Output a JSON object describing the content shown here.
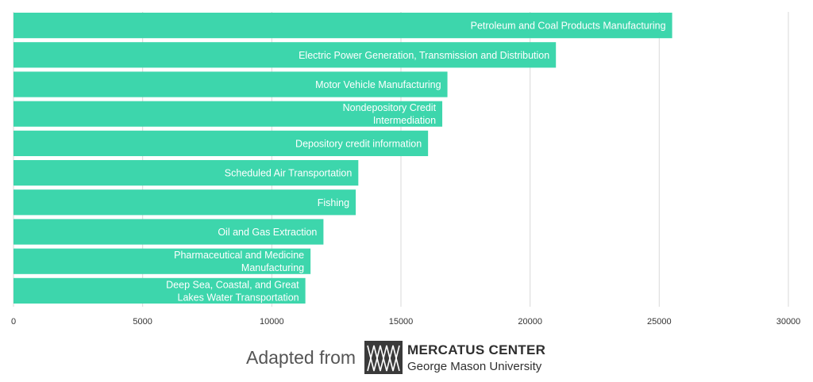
{
  "chart_data": {
    "type": "bar",
    "orientation": "horizontal",
    "categories": [
      "Petroleum and Coal Products Manufacturing",
      "Electric Power Generation, Transmission and Distribution",
      "Motor Vehicle Manufacturing",
      "Nondepository Credit Intermediation",
      "Depository credit information",
      "Scheduled Air Transportation",
      "Fishing",
      "Oil and Gas Extraction",
      "Pharmaceutical and Medicine Manufacturing",
      "Deep Sea, Coastal, and Great Lakes Water Transportation"
    ],
    "label_lines": [
      [
        "Petroleum and Coal Products Manufacturing"
      ],
      [
        "Electric Power Generation, Transmission and Distribution"
      ],
      [
        "Motor Vehicle Manufacturing"
      ],
      [
        "Nondepository Credit",
        "Intermediation"
      ],
      [
        "Depository credit information"
      ],
      [
        "Scheduled Air Transportation"
      ],
      [
        "Fishing"
      ],
      [
        "Oil and Gas Extraction"
      ],
      [
        "Pharmaceutical and Medicine",
        "Manufacturing"
      ],
      [
        "Deep Sea, Coastal, and Great",
        "Lakes Water Transportation"
      ]
    ],
    "values": [
      25500,
      21000,
      16800,
      16600,
      16050,
      13350,
      13250,
      12000,
      11500,
      11300
    ],
    "xlim": [
      0,
      30000
    ],
    "xticks": [
      "0",
      "5000",
      "10000",
      "15000",
      "20000",
      "25000",
      "30000"
    ],
    "grid": "vertical",
    "title": "",
    "xlabel": "",
    "ylabel": "",
    "bar_color": "#3dd6ac"
  },
  "footer": {
    "adapted_text": "Adapted from",
    "logo_title": "MERCATUS CENTER",
    "logo_subtitle": "George Mason University"
  }
}
